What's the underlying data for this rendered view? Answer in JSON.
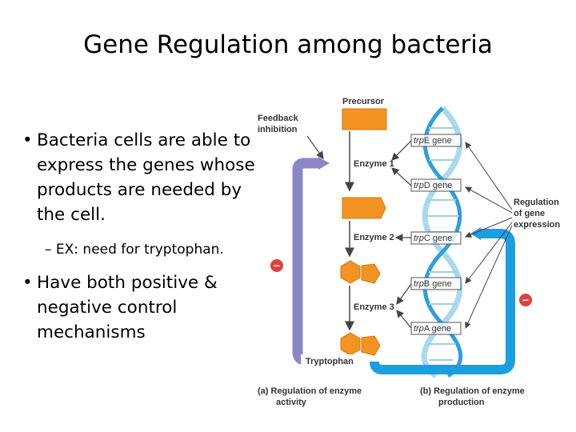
{
  "slide": {
    "title": "Gene Regulation among bacteria",
    "bullets": [
      "Bacteria cells are able to express the genes whose products are needed by the cell.",
      "Have both positive & negative control mechanisms"
    ],
    "sub_bullet": "EX: need for tryptophan.",
    "bullet_marker": "•",
    "dash_marker": "–"
  },
  "diagram": {
    "precursor": "Precursor",
    "feedback": [
      "Feedback",
      "inhibition"
    ],
    "enzymes": [
      "Enzyme 1",
      "Enzyme 2",
      "Enzyme 3"
    ],
    "genes": [
      {
        "italic": "trp",
        "rest": "E gene"
      },
      {
        "italic": "trp",
        "rest": "D gene"
      },
      {
        "italic": "trp",
        "rest": "C gene"
      },
      {
        "italic": "trp",
        "rest": "B gene"
      },
      {
        "italic": "trp",
        "rest": "A gene"
      }
    ],
    "regulation_expression": [
      "Regulation",
      "of gene",
      "expression"
    ],
    "tryptophan": "Tryptophan",
    "minus_sign": "−",
    "caption_a": [
      "(a) Regulation of enzyme",
      "activity"
    ],
    "caption_b": [
      "(b) Regulation of enzyme",
      "production"
    ],
    "colors": {
      "orange": "#f39321",
      "purple_loop": "#8b87c6",
      "blue_loop": "#1a9fe0",
      "dna_light": "#a9d8ef",
      "dna_dark": "#2e9fd9",
      "minus_red": "#e0413c"
    }
  }
}
